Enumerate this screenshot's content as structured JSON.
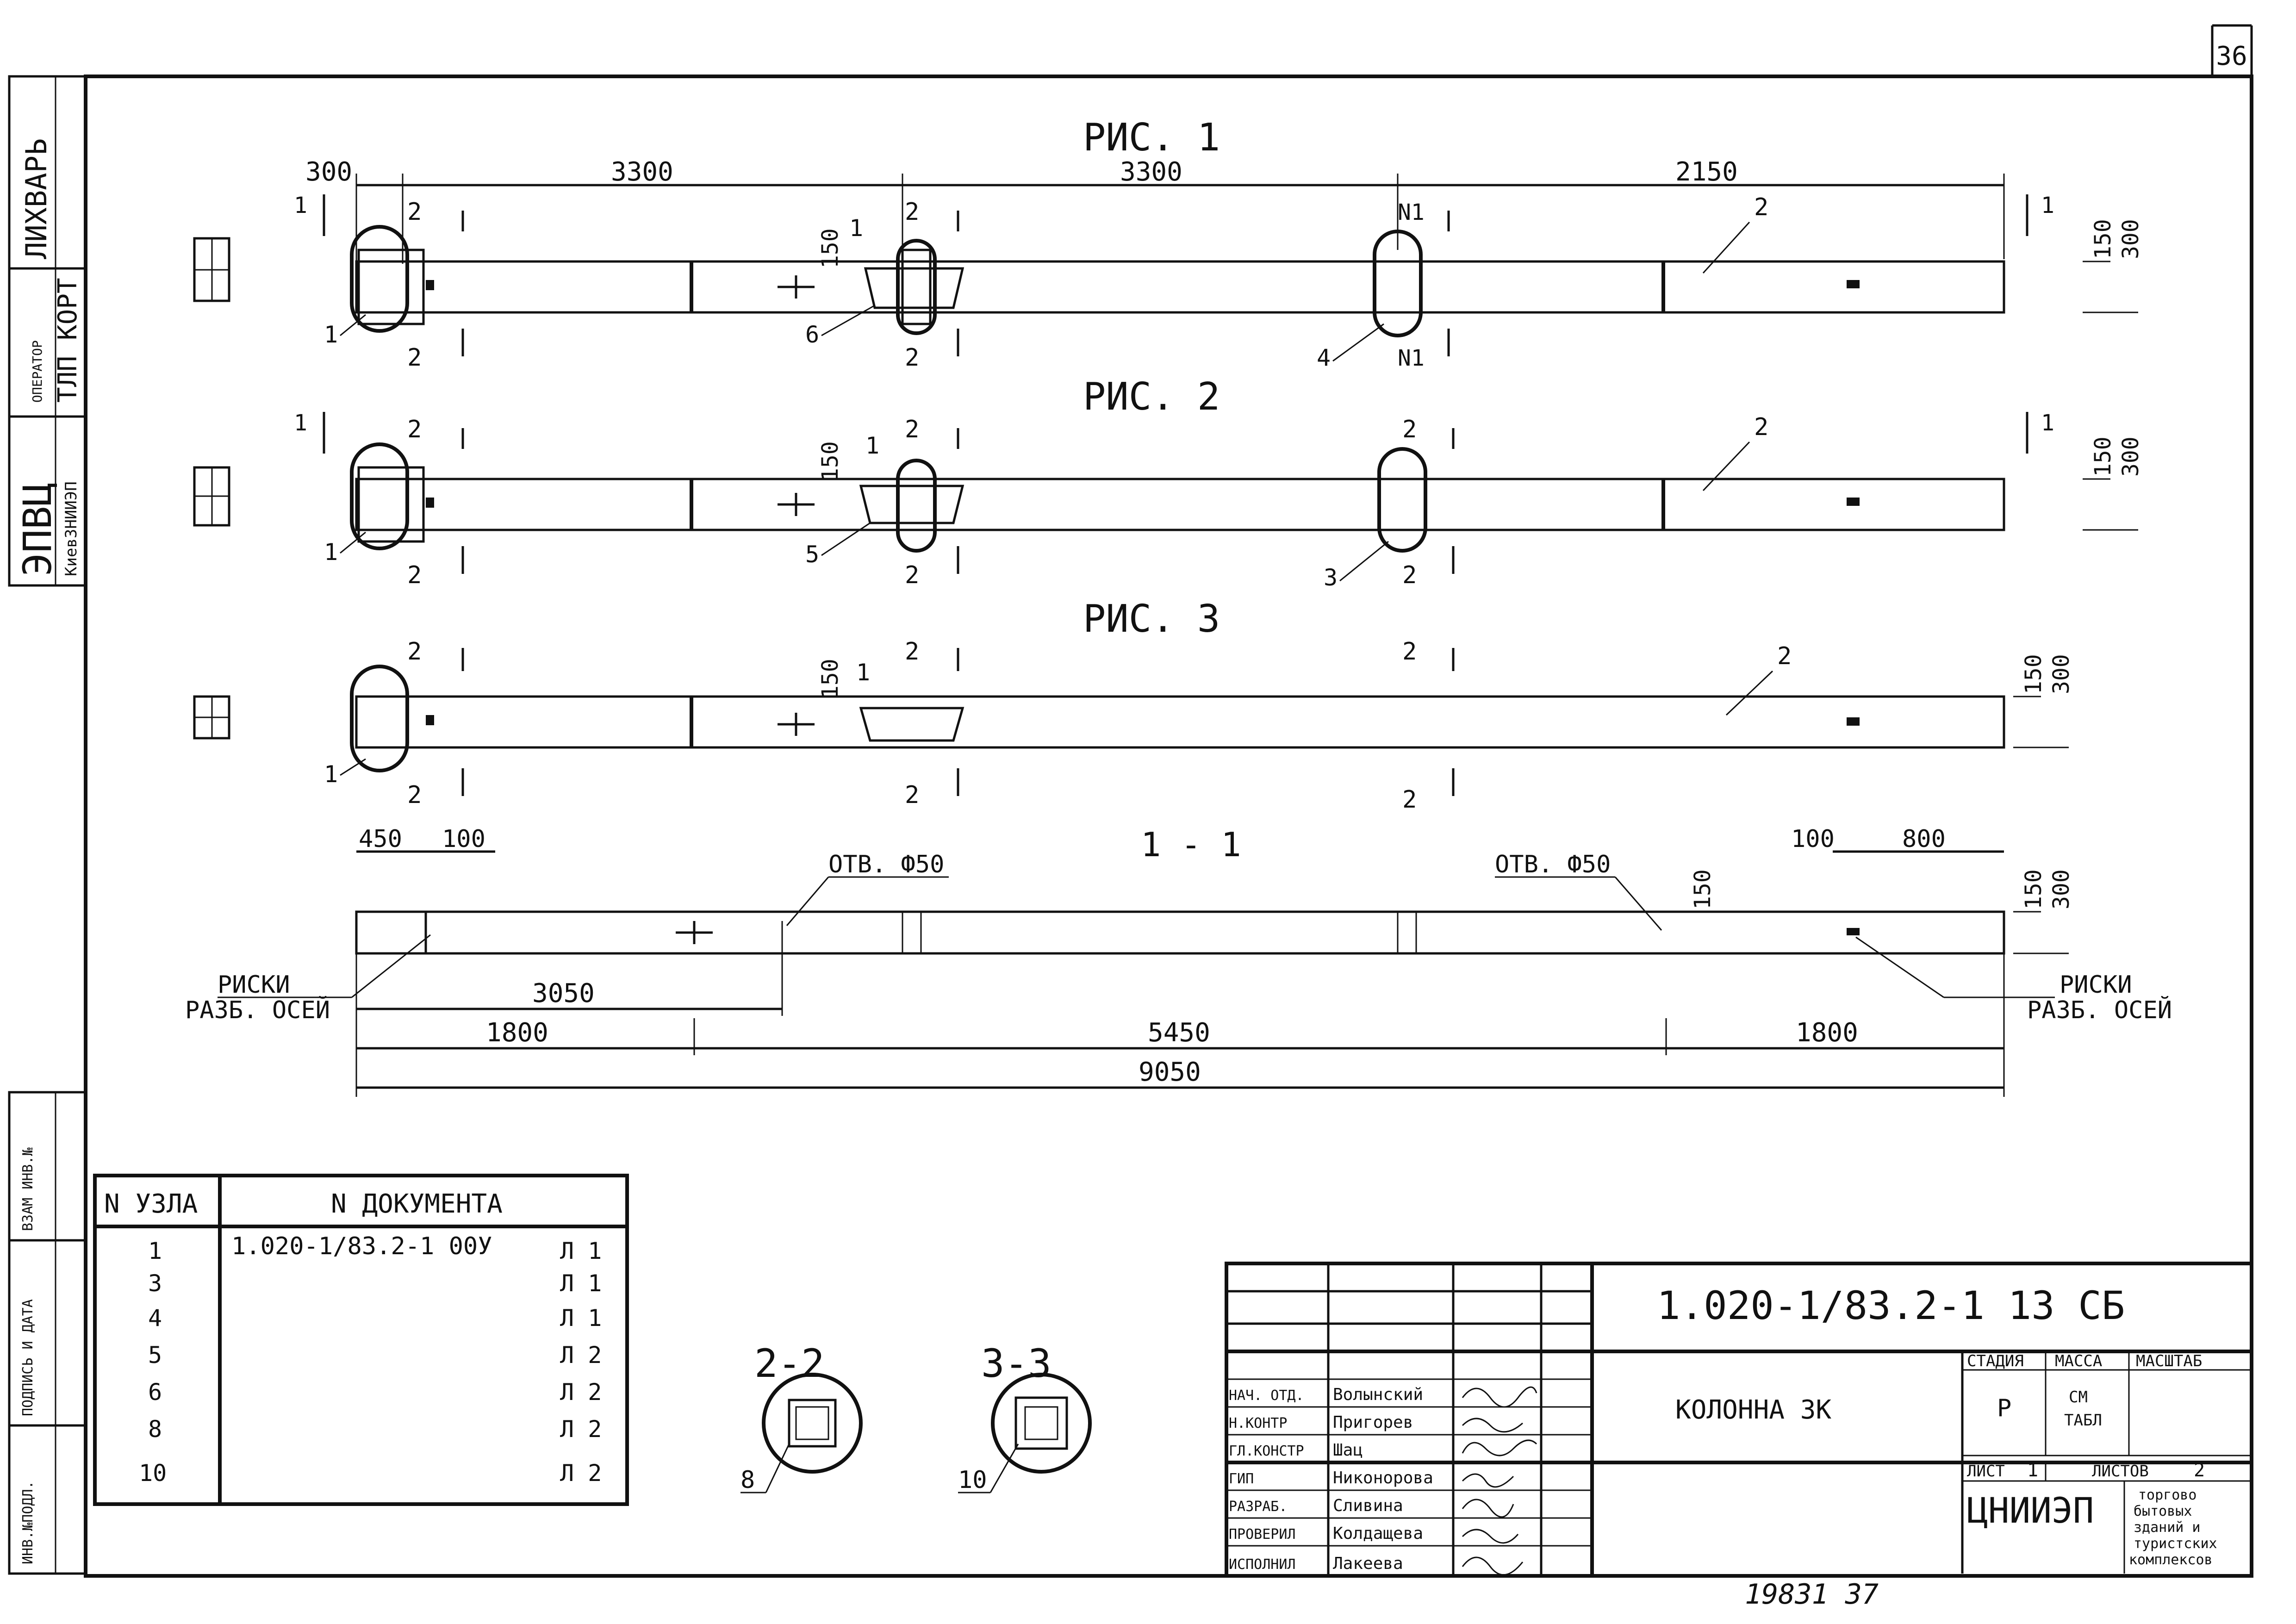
{
  "page_number": "36",
  "figures": [
    {
      "title": "РИС. 1",
      "cut_left": "1",
      "cut_right": "1",
      "dims": [
        "300",
        "3300",
        "3300",
        "2150"
      ],
      "cuts": [
        "2",
        "2",
        "2",
        "2",
        "N1",
        "N1"
      ],
      "refs": [
        "1",
        "6",
        "4",
        "1",
        "2"
      ],
      "vdims": [
        "150",
        "150",
        "300"
      ]
    },
    {
      "title": "РИС. 2",
      "cut_left": "1",
      "cut_right": "1",
      "cuts": [
        "2",
        "2",
        "2",
        "2",
        "2",
        "2"
      ],
      "refs": [
        "1",
        "5",
        "3",
        "1",
        "2"
      ],
      "vdims": [
        "150",
        "150",
        "300"
      ]
    },
    {
      "title": "РИС. 3",
      "cuts": [
        "2",
        "2",
        "2",
        "2",
        "2",
        "2"
      ],
      "refs": [
        "1",
        "1",
        "2"
      ],
      "vdims": [
        "150",
        "150",
        "300"
      ]
    }
  ],
  "section_1_1": {
    "title": "1 - 1",
    "top_dims": [
      "450",
      "100",
      "100",
      "800"
    ],
    "holes": [
      "ОТВ. Ф50",
      "ОТВ. Ф50"
    ],
    "vdims": [
      "150",
      "150",
      "300"
    ],
    "marks_left": [
      "РИСКИ",
      "РАЗБ. ОСЕЙ"
    ],
    "marks_right": [
      "РИСКИ",
      "РАЗБ. ОСЕЙ"
    ],
    "bottom_dims": [
      "3050",
      "1800",
      "5450",
      "1800",
      "9050"
    ]
  },
  "node_table": {
    "headers": [
      "N УЗЛА",
      "N ДОКУМЕНТА"
    ],
    "document": "1.020-1/83.2-1 00У",
    "rows": [
      {
        "node": "1",
        "sheet": "Л 1"
      },
      {
        "node": "3",
        "sheet": "Л 1"
      },
      {
        "node": "4",
        "sheet": "Л 1"
      },
      {
        "node": "5",
        "sheet": "Л 2"
      },
      {
        "node": "6",
        "sheet": "Л 2"
      },
      {
        "node": "8",
        "sheet": "Л 2"
      },
      {
        "node": "10",
        "sheet": "Л 2"
      }
    ]
  },
  "sections": [
    {
      "title": "2-2",
      "ref": "8"
    },
    {
      "title": "3-3",
      "ref": "10"
    }
  ],
  "left_strip": {
    "org": "ЭПВЦ",
    "org_sub": "КиевЗНИИЭП",
    "operator_label": "ОПЕРАТОР",
    "operator_value": "ТЛП КОРТ",
    "name": "ЛИХВАРЬ",
    "lower_labels": [
      "ИНВ.№ПОДЛ.",
      "ПОДПИСЬ И ДАТА",
      "ВЗАМ ИНВ.№"
    ]
  },
  "title_block": {
    "code": "1.020-1/83.2-1 13 СБ",
    "name": "КОЛОННА 3К",
    "stage_label": "СТАДИЯ",
    "mass_label": "МАССА",
    "scale_label": "МАСШТАБ",
    "stage": "Р",
    "mass_l1": "СМ",
    "mass_l2": "ТАБЛ",
    "sheet_label": "ЛИСТ",
    "sheet": "1",
    "sheets_label": "ЛИСТОВ",
    "sheets": "2",
    "org": "ЦНИИЭП",
    "org_desc": [
      "торгово",
      "бытовых",
      "зданий и",
      "туристских",
      "комплексов"
    ],
    "roles": [
      {
        "role": "НАЧ. ОТД.",
        "name": "Волынский"
      },
      {
        "role": "Н.КОНТР",
        "name": "Пригорев"
      },
      {
        "role": "ГЛ.КОНСТР",
        "name": "Шац"
      },
      {
        "role": "ГИП",
        "name": "Никонорова"
      },
      {
        "role": "РАЗРАБ.",
        "name": "Сливина"
      },
      {
        "role": "ПРОВЕРИЛ",
        "name": "Колдащева"
      },
      {
        "role": "ИСПОЛНИЛ",
        "name": "Лакеева"
      }
    ]
  },
  "footer_code": "19831 37"
}
